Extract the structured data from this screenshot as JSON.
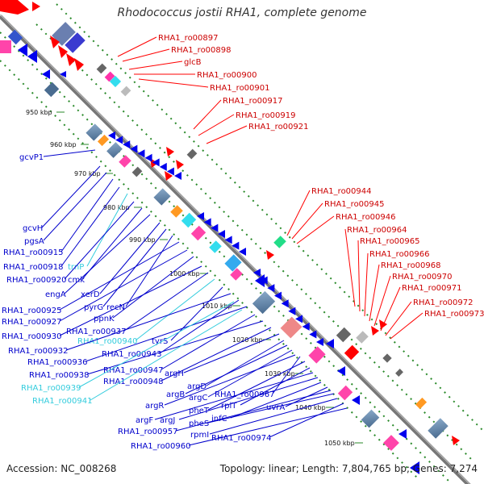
{
  "title": "Rhodococcus jostii RHA1, complete genome",
  "footer": {
    "accession_label": "Accession:",
    "accession": "NC_008268",
    "topology_label": "Topology:",
    "topology": "linear",
    "length_label": "Length:",
    "length": "7,804,765 bp",
    "genes_label": "Genes:",
    "genes": "7,274"
  },
  "ticks": [
    "950 kbp",
    "960 kbp",
    "970 kbp",
    "980 kbp",
    "990 kbp",
    "1000 kbp",
    "1010 kbp",
    "1020 kbp",
    "1030 kbp",
    "1040 kbp",
    "1050 kbp"
  ],
  "colors": {
    "plus_strand": "#ff0000",
    "minus_strand": "#0000ee",
    "rna": "#33ccdd",
    "backbone": "#888888",
    "grid": "#2a8a2a"
  },
  "labels_right": [
    "RHA1_ro00897",
    "RHA1_ro00898",
    "glcB",
    "RHA1_ro00900",
    "RHA1_ro00901",
    "RHA1_ro00917",
    "RHA1_ro00919",
    "RHA1_ro00921",
    "RHA1_ro00944",
    "RHA1_ro00945",
    "RHA1_ro00946",
    "RHA1_ro00964",
    "RHA1_ro00965",
    "RHA1_ro00966",
    "RHA1_ro00968",
    "RHA1_ro00970",
    "RHA1_ro00971",
    "RHA1_ro00972",
    "RHA1_ro00973"
  ],
  "labels_left": [
    {
      "text": "gcvP1",
      "type": "minus"
    },
    {
      "text": "gcvH",
      "type": "minus"
    },
    {
      "text": "pgsA",
      "type": "minus"
    },
    {
      "text": "RHA1_ro00915",
      "type": "minus"
    },
    {
      "text": "RHA1_ro00918",
      "type": "minus"
    },
    {
      "text": "trnP",
      "type": "rna"
    },
    {
      "text": "RHA1_ro00920",
      "type": "minus"
    },
    {
      "text": "cmk",
      "type": "minus"
    },
    {
      "text": "engA",
      "type": "minus"
    },
    {
      "text": "xerD",
      "type": "minus"
    },
    {
      "text": "pyrG",
      "type": "minus"
    },
    {
      "text": "recN",
      "type": "minus"
    },
    {
      "text": "RHA1_ro00925",
      "type": "minus"
    },
    {
      "text": "RHA1_ro00927",
      "type": "minus"
    },
    {
      "text": "ppnK",
      "type": "minus"
    },
    {
      "text": "RHA1_ro00930",
      "type": "minus"
    },
    {
      "text": "RHA1_ro00937",
      "type": "minus"
    },
    {
      "text": "RHA1_ro00940",
      "type": "rna"
    },
    {
      "text": "tyrS",
      "type": "minus"
    },
    {
      "text": "RHA1_ro00932",
      "type": "minus"
    },
    {
      "text": "RHA1_ro00943",
      "type": "minus"
    },
    {
      "text": "RHA1_ro00936",
      "type": "minus"
    },
    {
      "text": "RHA1_ro00947",
      "type": "minus"
    },
    {
      "text": "RHA1_ro00938",
      "type": "minus"
    },
    {
      "text": "RHA1_ro00948",
      "type": "minus"
    },
    {
      "text": "argH",
      "type": "minus"
    },
    {
      "text": "RHA1_ro00939",
      "type": "rna"
    },
    {
      "text": "argD",
      "type": "minus"
    },
    {
      "text": "RHA1_ro00941",
      "type": "rna"
    },
    {
      "text": "argB",
      "type": "minus"
    },
    {
      "text": "argC",
      "type": "minus"
    },
    {
      "text": "RHA1_ro00967",
      "type": "minus"
    },
    {
      "text": "argR",
      "type": "minus"
    },
    {
      "text": "pheT",
      "type": "minus"
    },
    {
      "text": "rplT",
      "type": "minus"
    },
    {
      "text": "argF",
      "type": "minus"
    },
    {
      "text": "argJ",
      "type": "minus"
    },
    {
      "text": "infC",
      "type": "minus"
    },
    {
      "text": "uvrA",
      "type": "minus"
    },
    {
      "text": "RHA1_ro00957",
      "type": "minus"
    },
    {
      "text": "pheS",
      "type": "minus"
    },
    {
      "text": "rpmI",
      "type": "minus"
    },
    {
      "text": "RHA1_ro00974",
      "type": "minus"
    },
    {
      "text": "RHA1_ro00960",
      "type": "minus"
    }
  ]
}
